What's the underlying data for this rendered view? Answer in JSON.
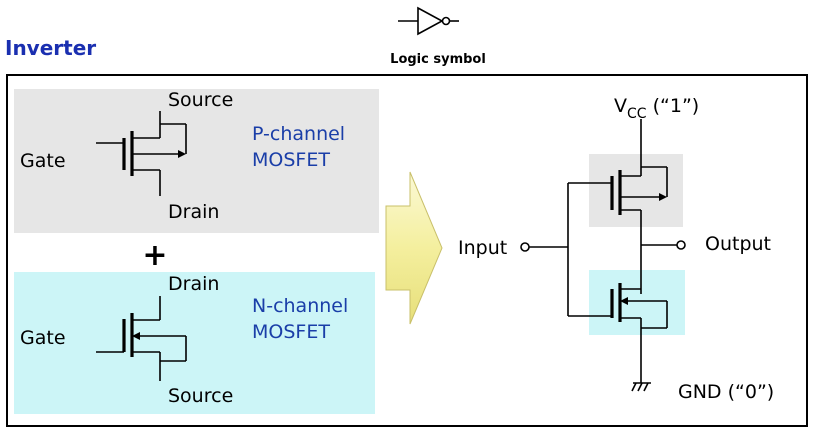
{
  "title": "Inverter",
  "logic_symbol_label": "Logic symbol",
  "pmos": {
    "source": "Source",
    "gate": "Gate",
    "drain": "Drain",
    "type_line1": "P-channel",
    "type_line2": "MOSFET"
  },
  "plus": "+",
  "nmos": {
    "drain": "Drain",
    "gate": "Gate",
    "source": "Source",
    "type_line1": "N-channel",
    "type_line2": "MOSFET"
  },
  "circuit": {
    "vcc_main": "V",
    "vcc_sub": "CC",
    "vcc_value": " (“1”)",
    "input": "Input",
    "output": "Output",
    "gnd": "GND (“0”)"
  },
  "colors": {
    "title": "#1a2fb0",
    "pmos_panel": "#e6e6e6",
    "nmos_panel": "#ccf5f7",
    "arrow_fill": "#f4f0a8",
    "label_blue": "#1a3ea8"
  }
}
